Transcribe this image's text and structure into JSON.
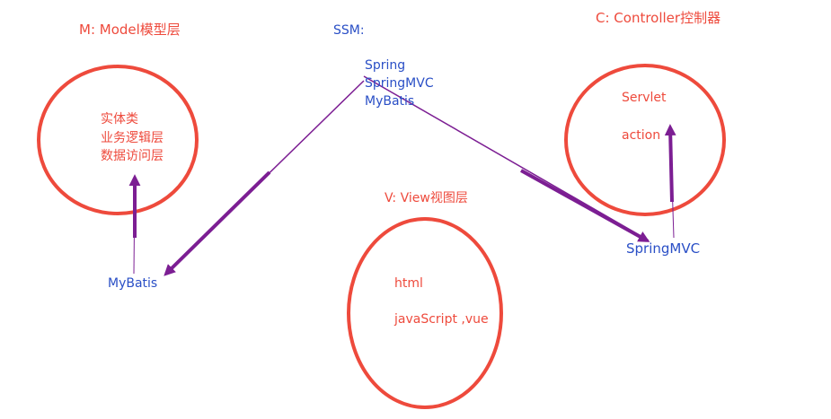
{
  "colors": {
    "red": "#ee4a3c",
    "blue": "#2a4fc6",
    "arrow": "#7c1e93"
  },
  "model": {
    "title": "M:  Model模型层",
    "items": [
      "实体类",
      "业务逻辑层",
      "数据访问层"
    ]
  },
  "ssm": {
    "title": "SSM:",
    "items": [
      "Spring",
      "SpringMVC",
      "MyBatis"
    ]
  },
  "controller": {
    "title": "C:  Controller控制器",
    "items": [
      "Servlet",
      "action"
    ]
  },
  "view": {
    "title": "V: View视图层",
    "items": [
      "html",
      "javaScript  ,vue"
    ]
  },
  "mapping": {
    "model_tech": "MyBatis",
    "controller_tech": "SpringMVC"
  }
}
